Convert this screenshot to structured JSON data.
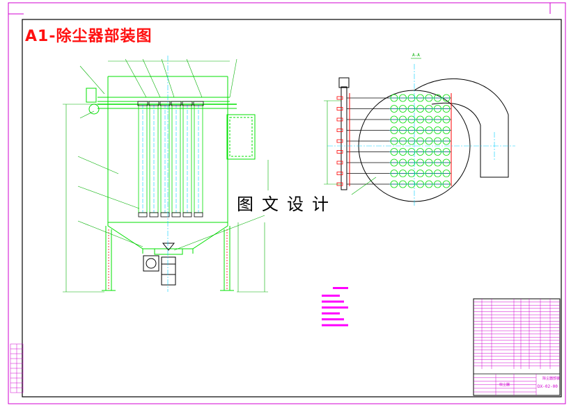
{
  "drawing": {
    "title": "A1-除尘器部装图",
    "watermark": "图文设计",
    "section_label": "A-A",
    "title_block": {
      "code": "DX-02-00",
      "product": "收尘器",
      "name": "除尘器部装"
    }
  },
  "colors": {
    "title": "#ff1010",
    "frame": "#d000d0",
    "geometry": "#00e000",
    "dim": "#00b000",
    "centerline": "#00d0ff",
    "detail_red": "#ff0000",
    "annotation": "#ff00ff"
  },
  "technical_notes": {
    "heading": "技术参数",
    "rows": 6
  }
}
